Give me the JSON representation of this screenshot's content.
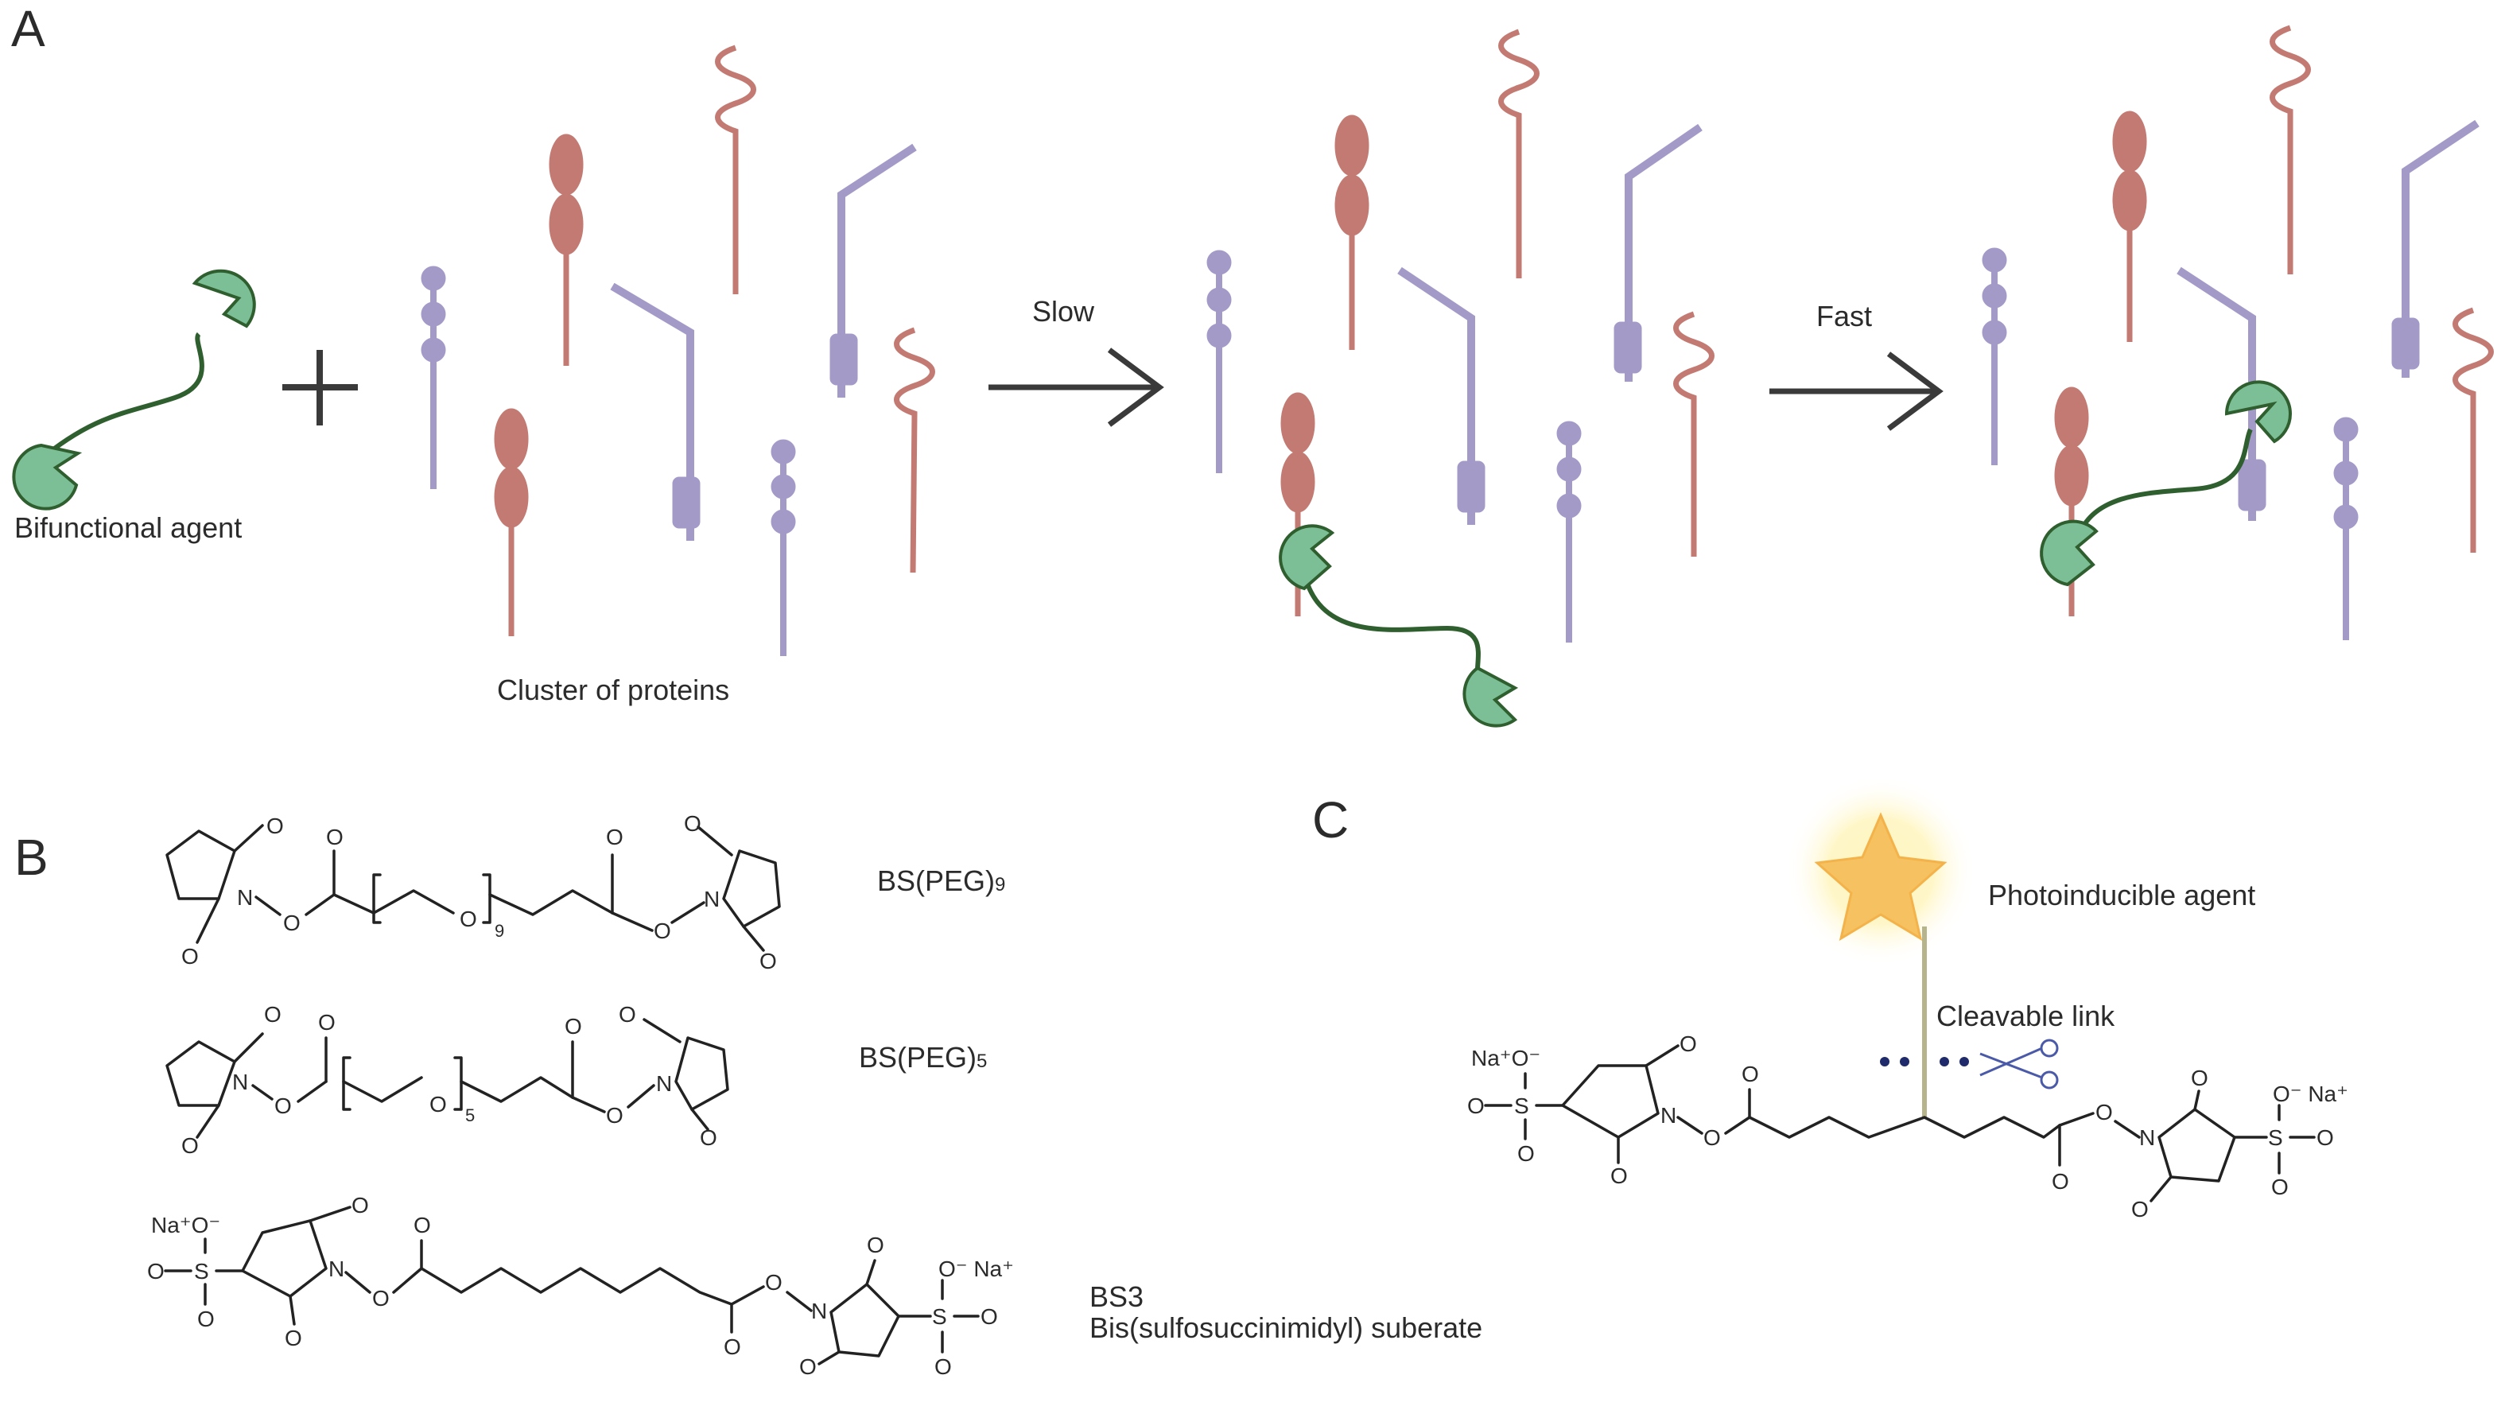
{
  "colors": {
    "protein_red": "#c27a72",
    "protein_purple": "#a49ac8",
    "agent_green": "#7cbf96",
    "linker_dark_green": "#2f5e2f",
    "arrow": "#3a3a3a",
    "star_yellow": "#f6c261",
    "star_glow": "#fff3b0",
    "cleave_dots": "#1f2b6b",
    "scissors": "#4a5aa8"
  },
  "panel_a": {
    "letter": "A",
    "bifunctional_label": "Bifunctional agent",
    "cluster_label": "Cluster of proteins",
    "arrow1_label": "Slow",
    "arrow2_label": "Fast"
  },
  "panel_b": {
    "letter": "B",
    "compounds": [
      {
        "name_main": "BS(PEG)",
        "name_sub": "9",
        "repeat": "9"
      },
      {
        "name_main": "BS(PEG)",
        "name_sub": "5",
        "repeat": "5"
      },
      {
        "name_line1": "BS3",
        "name_line2": "Bis(sulfosuccinimidyl) suberate"
      }
    ],
    "atoms": {
      "O": "O",
      "N": "N",
      "S": "S",
      "na_o_minus": "Na⁺O⁻",
      "o_minus_na": "O⁻ Na⁺"
    }
  },
  "panel_c": {
    "letter": "C",
    "photo_label": "Photoinducible agent",
    "cleave_label": "Cleavable link"
  }
}
